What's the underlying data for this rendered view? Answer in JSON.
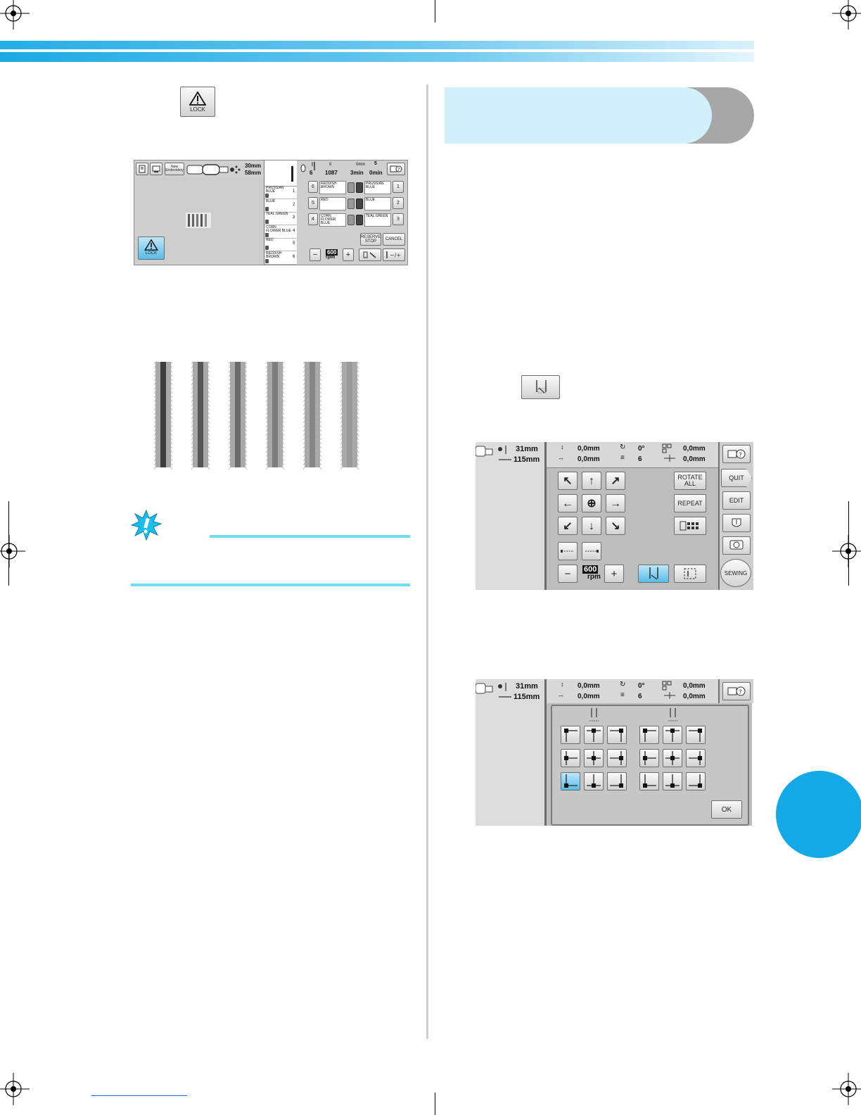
{
  "colors": {
    "band_blue": "#22aee6",
    "section_light": "#d2f0fc",
    "section_dark": "#a7a7a7",
    "note_line": "#6fdcf3",
    "chapter_circle": "#12a9e6",
    "selected_key": "#58bde8"
  },
  "lock_key": {
    "label": "LOCK",
    "icon": "warning-triangle-icon"
  },
  "screen1": {
    "size_w": "30mm",
    "size_h": "58mm",
    "new_embroidery": "New Embroidery",
    "needle_number": "6",
    "stitch_count": "1087",
    "time_total": "0min",
    "time_remaining": "3min",
    "time_stop": "0min",
    "stop_count": "5",
    "lock_label": "LOCK",
    "color_list": [
      {
        "num": "1",
        "name": "PRUSSIAN BLUE"
      },
      {
        "num": "2",
        "name": "BLUE"
      },
      {
        "num": "3",
        "name": "TEAL GREEN"
      },
      {
        "num": "4",
        "name": "CORN FLOWER BLUE"
      },
      {
        "num": "5",
        "name": "RED"
      },
      {
        "num": "6",
        "name": "REDDISH BROWN"
      }
    ],
    "needles": [
      {
        "left_num": "6",
        "left_name": "REDDISH BROWN",
        "right_name": "PRUSSIAN BLUE",
        "right_num": "1"
      },
      {
        "left_num": "5",
        "left_name": "RED",
        "right_name": "BLUE",
        "right_num": "2"
      },
      {
        "left_num": "4",
        "left_name": "CORN FLOWER BLUE",
        "right_name": "TEAL GREEN",
        "right_num": "3"
      }
    ],
    "reserve_stop": "RESERVE STOP",
    "cancel": "CANCEL",
    "speed": "600",
    "speed_unit": "rpm",
    "minus": "−",
    "plus": "+"
  },
  "stripes": {
    "count": 6,
    "shades": [
      "#3e3e3e",
      "#555555",
      "#6a6a6a",
      "#7e7e7e",
      "#868686",
      "#9a9a9a"
    ]
  },
  "embroidery_key": {
    "icon": "needle-stitch-icon"
  },
  "screen2": {
    "size_w": "31mm",
    "size_h": "115mm",
    "pos_y": "0,0mm",
    "pos_x": "0,0mm",
    "angle": "0°",
    "needle": "6",
    "offset_y": "0,0mm",
    "offset_x": "0,0mm",
    "rotate_all": "ROTATE ALL",
    "repeat": "REPEAT",
    "quit": "QUIT",
    "edit": "EDIT",
    "sewing": "SEWING",
    "speed": "600",
    "speed_unit": "rpm",
    "minus": "−",
    "plus": "+"
  },
  "screen3": {
    "size_w": "31mm",
    "size_h": "115mm",
    "pos_y": "0,0mm",
    "pos_x": "0,0mm",
    "angle": "0°",
    "needle": "6",
    "offset_y": "0,0mm",
    "offset_x": "0,0mm",
    "ok": "OK"
  }
}
